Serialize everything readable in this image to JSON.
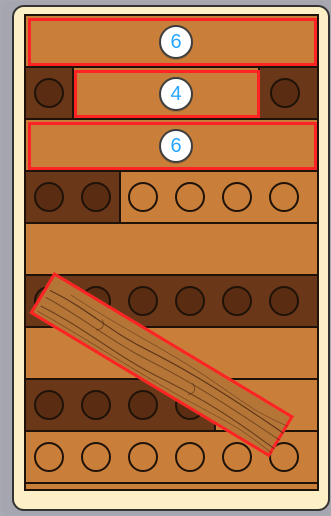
{
  "game": {
    "title": "",
    "badges": [
      {
        "label": "6"
      },
      {
        "label": "4"
      },
      {
        "label": "6"
      }
    ],
    "colors": {
      "panel_background": "#fdf0c6",
      "board_background": "#c97f3a",
      "dark_wood": "#6a3718",
      "highlight": "#ff2323",
      "badge_text": "#2aa6ff"
    },
    "rows": [
      {
        "name": "row-1",
        "pattern": "full-light",
        "pegs": 0
      },
      {
        "name": "row-2",
        "pattern": "dark-left-light-mid-dark-right",
        "pegs": 2
      },
      {
        "name": "row-3",
        "pattern": "full-light",
        "pegs": 0
      },
      {
        "name": "row-4",
        "pattern": "dark-left-two-light-right-four",
        "pegs": 6
      },
      {
        "name": "row-5",
        "pattern": "full-light",
        "pegs": 0
      },
      {
        "name": "row-6",
        "pattern": "dark-left-two-dark-right-four",
        "pegs": 6
      },
      {
        "name": "row-7",
        "pattern": "full-light",
        "pegs": 0
      },
      {
        "name": "row-8",
        "pattern": "dark-left-four-light-right-two",
        "pegs": 4
      },
      {
        "name": "row-9",
        "pattern": "light-six",
        "pegs": 6
      },
      {
        "name": "row-10",
        "pattern": "full-light",
        "pegs": 0
      }
    ],
    "plank": {
      "name": "wood-plank",
      "highlighted": true
    }
  }
}
